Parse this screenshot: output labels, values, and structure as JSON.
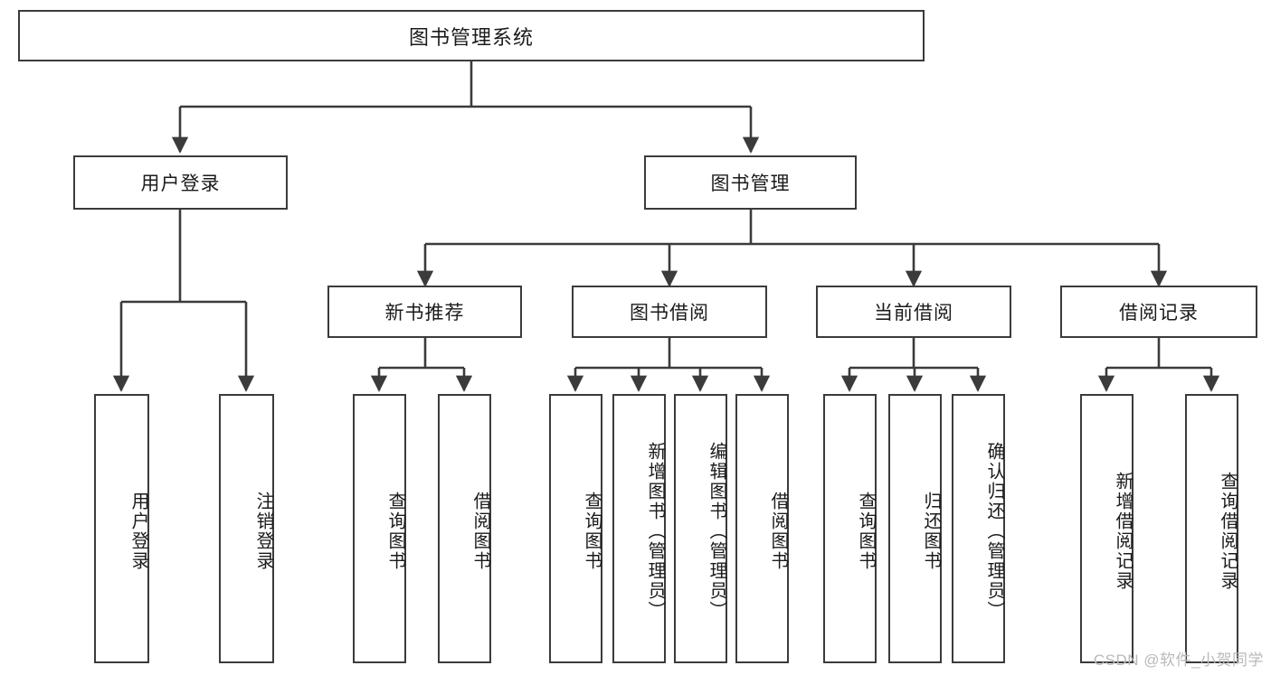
{
  "diagram": {
    "title": "图书管理系统",
    "type": "function-tree",
    "watermark": "CSDN @软件_小贺同学",
    "colors": {
      "background": "#ffffff",
      "box_fill": "#ffffff",
      "box_border": "#3b3b3b",
      "connector": "#3b3b3b",
      "text": "#1b1b1b",
      "watermark": "#b9b9b9"
    }
  },
  "nodes": {
    "root": {
      "label": "图书管理系统"
    },
    "level1": [
      {
        "id": "user-login",
        "label": "用户登录"
      },
      {
        "id": "book-management",
        "label": "图书管理"
      }
    ],
    "level2": [
      {
        "id": "new-book-recommend",
        "label": "新书推荐"
      },
      {
        "id": "book-borrow",
        "label": "图书借阅"
      },
      {
        "id": "current-borrow",
        "label": "当前借阅"
      },
      {
        "id": "borrow-record",
        "label": "借阅记录"
      }
    ],
    "leaves": {
      "user_login": [
        {
          "id": "leaf-user-login",
          "label": "用户登录"
        },
        {
          "id": "leaf-logout-login",
          "label": "注销登录"
        }
      ],
      "new_book_recommend": [
        {
          "id": "leaf-query-book-1",
          "label": "查询图书"
        },
        {
          "id": "leaf-borrow-book-1",
          "label": "借阅图书"
        }
      ],
      "book_borrow": [
        {
          "id": "leaf-query-book-2",
          "label": "查询图书"
        },
        {
          "id": "leaf-add-book",
          "label": "新增图书（管理员）"
        },
        {
          "id": "leaf-edit-book",
          "label": "编辑图书（管理员）"
        },
        {
          "id": "leaf-borrow-book-2",
          "label": "借阅图书"
        }
      ],
      "current_borrow": [
        {
          "id": "leaf-query-book-3",
          "label": "查询图书"
        },
        {
          "id": "leaf-return-book",
          "label": "归还图书"
        },
        {
          "id": "leaf-confirm-return",
          "label": "确认归还（管理员）"
        }
      ],
      "borrow_record": [
        {
          "id": "leaf-add-borrow-record",
          "label": "新增借阅记录"
        },
        {
          "id": "leaf-query-borrow-record",
          "label": "查询借阅记录"
        }
      ]
    }
  }
}
